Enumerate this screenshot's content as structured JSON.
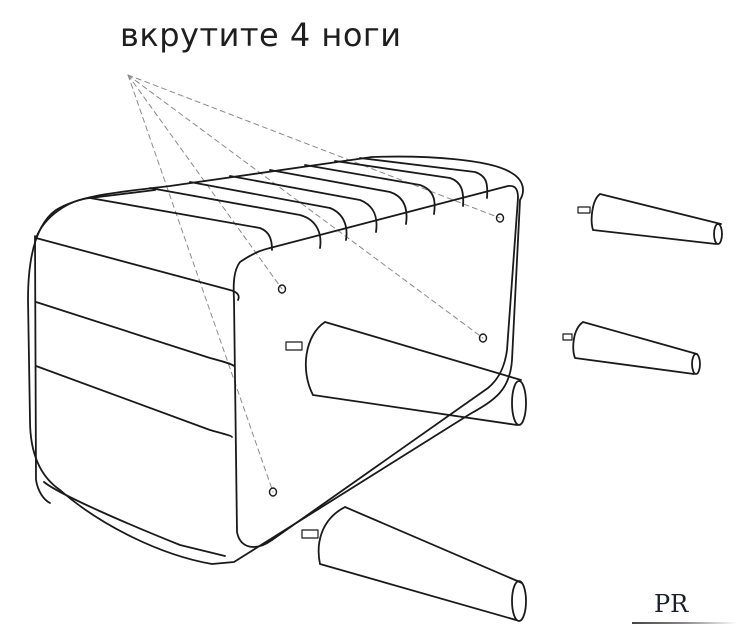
{
  "title": "вкрутите 4 ноги",
  "logo": {
    "text": "PR",
    "description": "brand monogram logo"
  },
  "illustration": {
    "subject": "upholstered pouf / bench shown upside down",
    "legs_count": 4,
    "screw_holes": 4,
    "guide_lines": "dashed",
    "colors": {
      "line": "#1a1a1a",
      "dash": "#8a8a8a",
      "background": "#ffffff"
    }
  }
}
